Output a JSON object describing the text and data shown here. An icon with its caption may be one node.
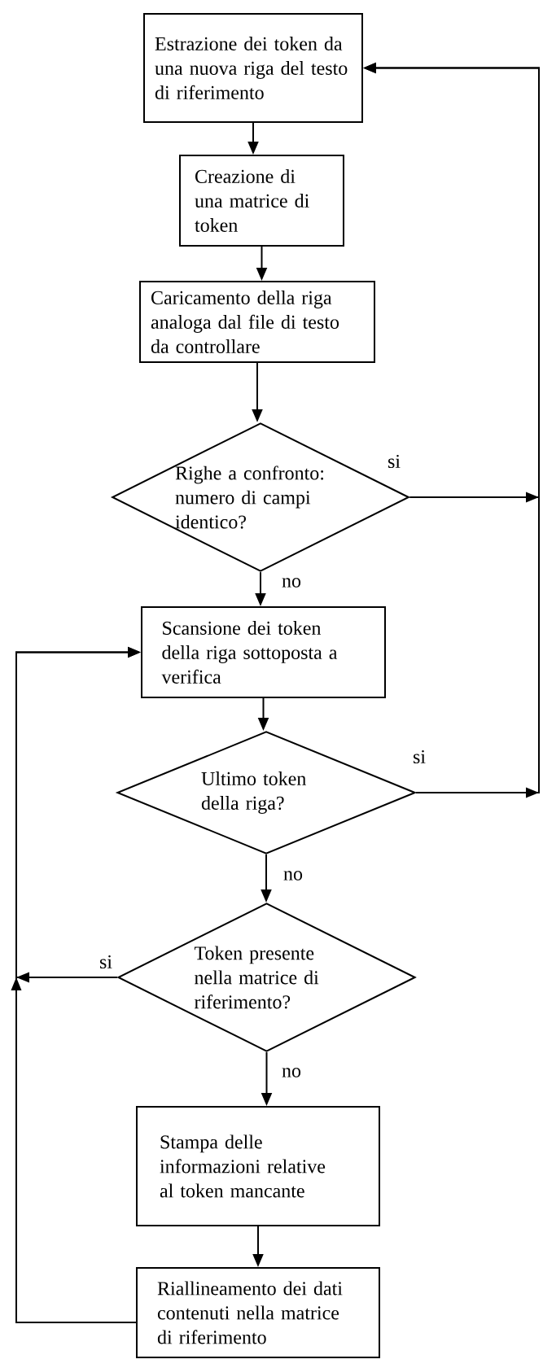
{
  "diagram": {
    "nodes": [
      {
        "text": [
          "Estrazione dei token da una nuova riga del testo di riferimento"
        ]
      },
      {
        "text": [
          "Creazione di una matrice di token"
        ]
      },
      {
        "text": [
          "Caricamento della riga analoga dal file di testo da controllare"
        ]
      },
      {
        "text": [
          "Righe a confronto: numero di campi identico?"
        ]
      },
      {
        "text": [
          "Scansione dei token della riga sottoposta a verifica"
        ]
      },
      {
        "text": [
          "Ultimo token della riga?"
        ]
      },
      {
        "text": [
          "Token presente nella matrice di riferimento?"
        ]
      },
      {
        "text": [
          "Stampa delle informazioni relative al token mancante"
        ]
      },
      {
        "text": [
          "Riallineamento dei dati contenuti nella matrice di riferimento"
        ]
      }
    ],
    "edges": [
      {
        "from": 0,
        "to": 1,
        "arrow": "to"
      },
      {
        "from": 1,
        "to": 2,
        "arrow": "to"
      },
      {
        "from": 2,
        "to": 3,
        "arrow": "to"
      },
      {
        "from": 3,
        "to": 4,
        "arrow": "to",
        "label": "no"
      },
      {
        "from": 3,
        "to": 0,
        "arrow": "to",
        "label": "si"
      },
      {
        "from": 4,
        "to": 5,
        "arrow": "to"
      },
      {
        "from": 5,
        "to": 6,
        "arrow": "to",
        "label": "no"
      },
      {
        "from": 5,
        "to": 0,
        "arrow": "to",
        "label": "si"
      },
      {
        "from": 6,
        "to": 4,
        "arrow": "to",
        "label": "si"
      },
      {
        "from": 6,
        "to": 7,
        "arrow": "to",
        "label": "no"
      },
      {
        "from": 7,
        "to": 8,
        "arrow": "to"
      },
      {
        "from": 8,
        "to": 4,
        "arrow": "to"
      }
    ]
  }
}
